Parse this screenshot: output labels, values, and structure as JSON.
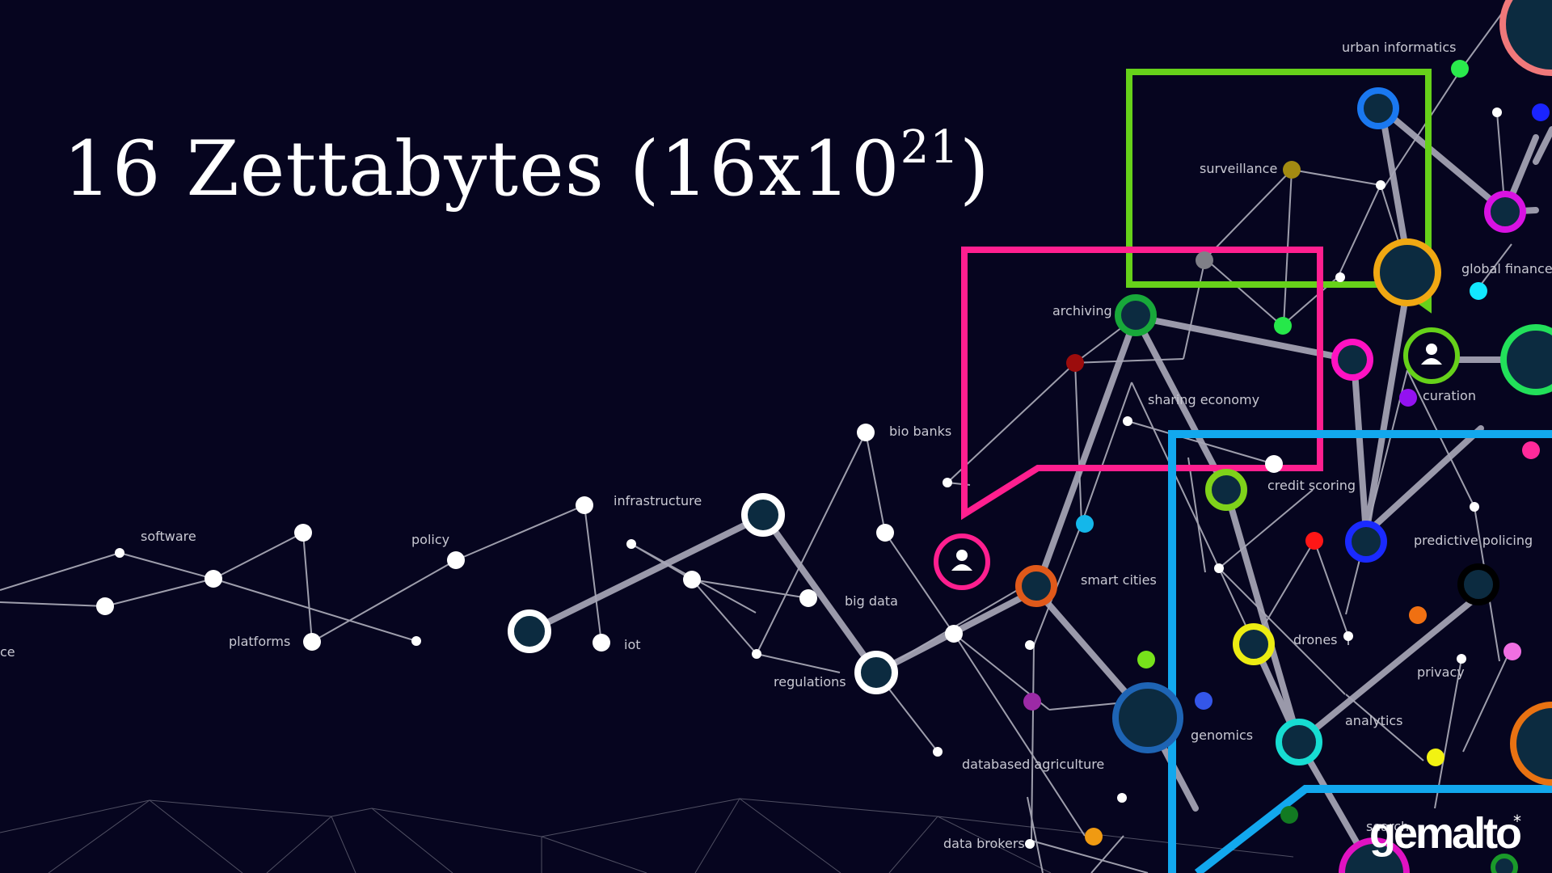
{
  "headline": {
    "text": "16 Zettabytes (16x10",
    "exponent": "21",
    "close": ")"
  },
  "labels": {
    "urban_informatics": "urban informatics",
    "surveillance": "surveillance",
    "global_finance": "global finance",
    "archiving": "archiving",
    "curation": "curation",
    "sharing_economy": "sharing economy",
    "bio_banks": "bio banks",
    "credit_scoring": "credit scoring",
    "infrastructure": "infrastructure",
    "software": "software",
    "policy": "policy",
    "predictive_policing": "predictive policing",
    "smart_cities": "smart cities",
    "big_data": "big data",
    "platforms": "platforms",
    "iot": "iot",
    "drones": "drones",
    "privacy": "privacy",
    "regulations": "regulations",
    "analytics": "analytics",
    "genomics": "genomics",
    "databased_agriculture": "databased agriculture",
    "data_brokers": "data brokers",
    "cut_left": "ce",
    "cut_bottom": "search"
  },
  "brand": {
    "logo_text": "gemalto",
    "mark": "*"
  },
  "colors": {
    "background": "#06051f",
    "green_frame": "#66d11a",
    "pink_frame": "#ff1f8f",
    "blue_frame": "#12a8ee"
  }
}
